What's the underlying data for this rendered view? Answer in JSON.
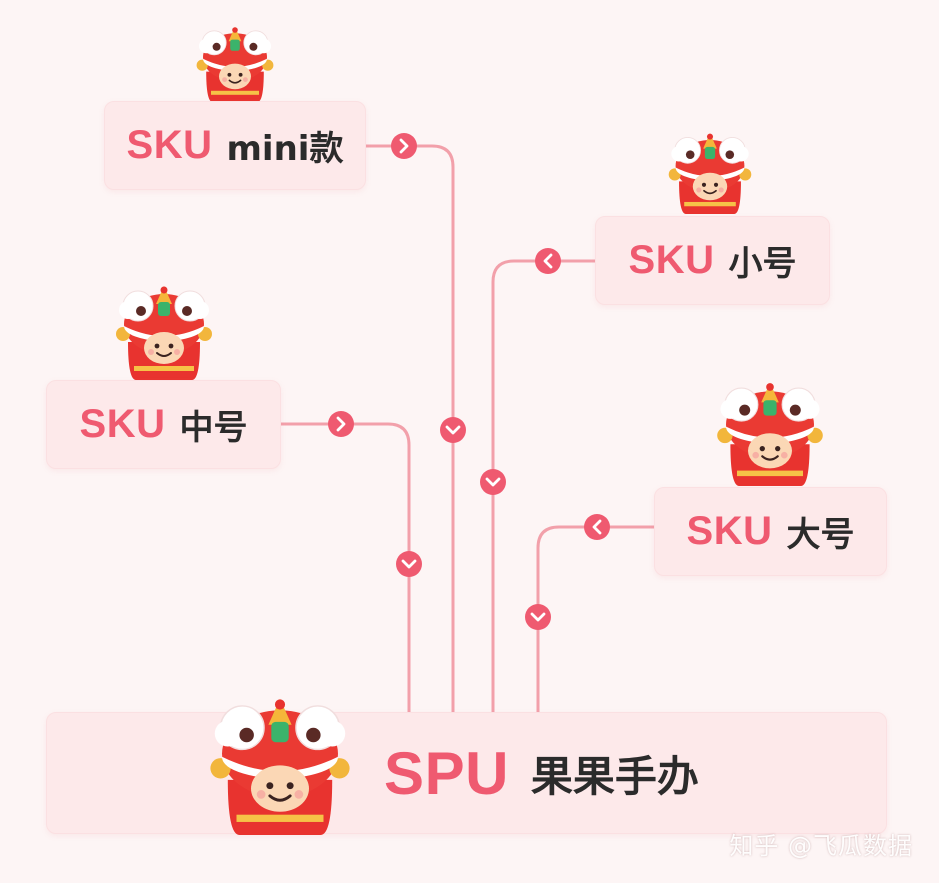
{
  "diagram": {
    "sku_cards": [
      {
        "id": "mini",
        "tag": "SKU",
        "name": "mini款"
      },
      {
        "id": "small",
        "tag": "SKU",
        "name": "小号"
      },
      {
        "id": "medium",
        "tag": "SKU",
        "name": "中号"
      },
      {
        "id": "large",
        "tag": "SKU",
        "name": "大号"
      }
    ],
    "spu_card": {
      "tag": "SPU",
      "name": "果果手办"
    }
  },
  "colors": {
    "accent": "#ef5a70",
    "line": "#f2a0aa",
    "card_bg": "#fde9ea",
    "background": "#fdf5f5",
    "text": "#2b2b2b"
  },
  "icons": {
    "mascot": "lion-dance-mascot-icon",
    "arrow_right": "chevron-right-icon",
    "arrow_left": "chevron-left-icon",
    "arrow_down": "chevron-down-icon"
  },
  "watermark": "知乎 @飞瓜数据"
}
